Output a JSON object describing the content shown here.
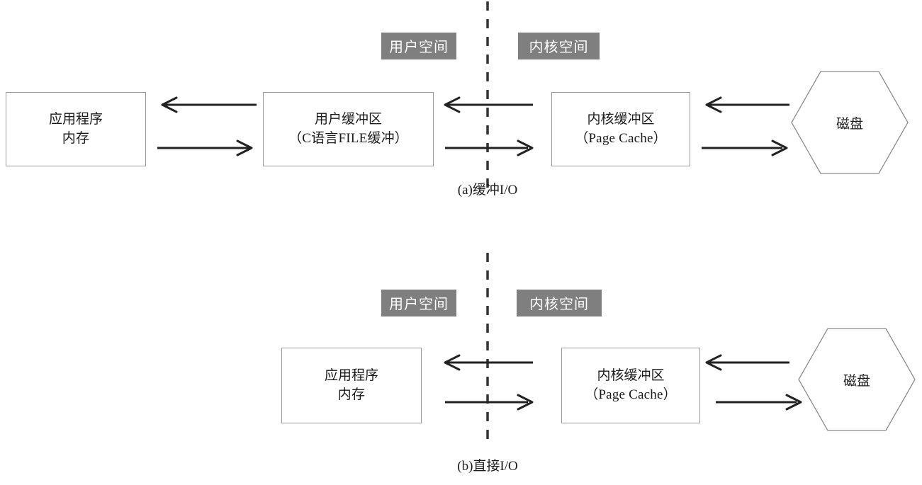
{
  "figure": {
    "title_a": "(a)缓冲I/O",
    "title_b": "(b)直接I/O"
  },
  "diagram_a": {
    "caption": "(a)缓冲I/O",
    "labels": {
      "user_space": "用户空间",
      "kernel_space": "内核空间"
    },
    "nodes": [
      {
        "name": "app-memory",
        "line1": "应用程序",
        "line2": "内存"
      },
      {
        "name": "user-buffer",
        "line1": "用户缓冲区",
        "line2": "（C语言FILE缓冲）"
      },
      {
        "name": "kernel-buffer",
        "line1": "内核缓冲区",
        "line2": "（Page Cache）"
      },
      {
        "name": "disk",
        "line1": "磁盘"
      }
    ]
  },
  "diagram_b": {
    "caption": "(b)直接I/O",
    "labels": {
      "user_space": "用户空间",
      "kernel_space": "内核空间"
    },
    "nodes": [
      {
        "name": "app-memory",
        "line1": "应用程序",
        "line2": "内存"
      },
      {
        "name": "kernel-buffer",
        "line1": "内核缓冲区",
        "line2": "（Page Cache）"
      },
      {
        "name": "disk",
        "line1": "磁盘"
      }
    ]
  },
  "colors": {
    "space_label_bg": "#7f7f7f",
    "space_label_text": "#ffffff",
    "box_border": "#9a9a9a",
    "arrow": "#222222",
    "divider": "#333333",
    "background": "#ffffff"
  }
}
